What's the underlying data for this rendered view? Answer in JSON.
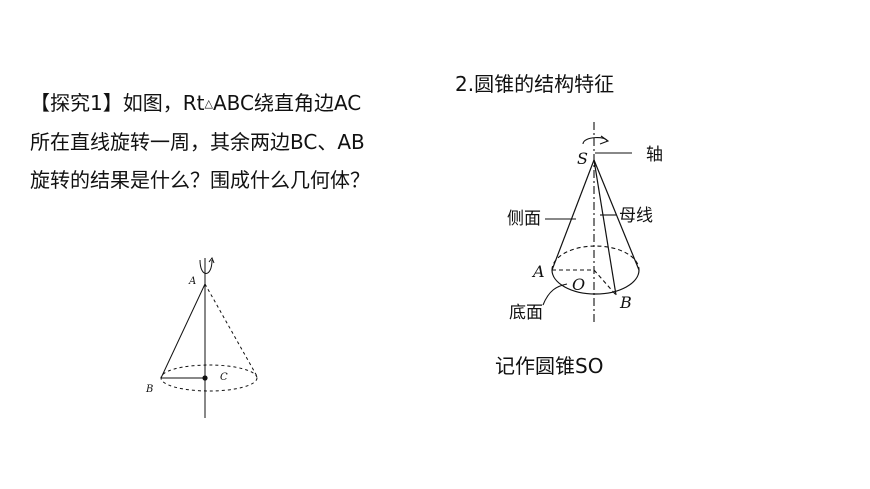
{
  "question": {
    "bracket_label": "【探究1】",
    "line1_a": "如图，Rt",
    "triangle_symbol": "△",
    "line1_b": "ABC绕直角边AC",
    "line2": "所在直线旋转一周，其余两边BC、AB",
    "line3": "旋转的结果是什么？围成什么几何体？"
  },
  "left_figure": {
    "label_a": "A",
    "label_b": "B",
    "label_c": "C"
  },
  "section_title": "2.圆锥的结构特征",
  "right_figure": {
    "label_s": "S",
    "label_a": "A",
    "label_o": "O",
    "label_b": "B",
    "callout_axis": "轴",
    "callout_side": "侧面",
    "callout_generatrix": "母线",
    "callout_base": "底面"
  },
  "notation": "记作圆锥SO"
}
